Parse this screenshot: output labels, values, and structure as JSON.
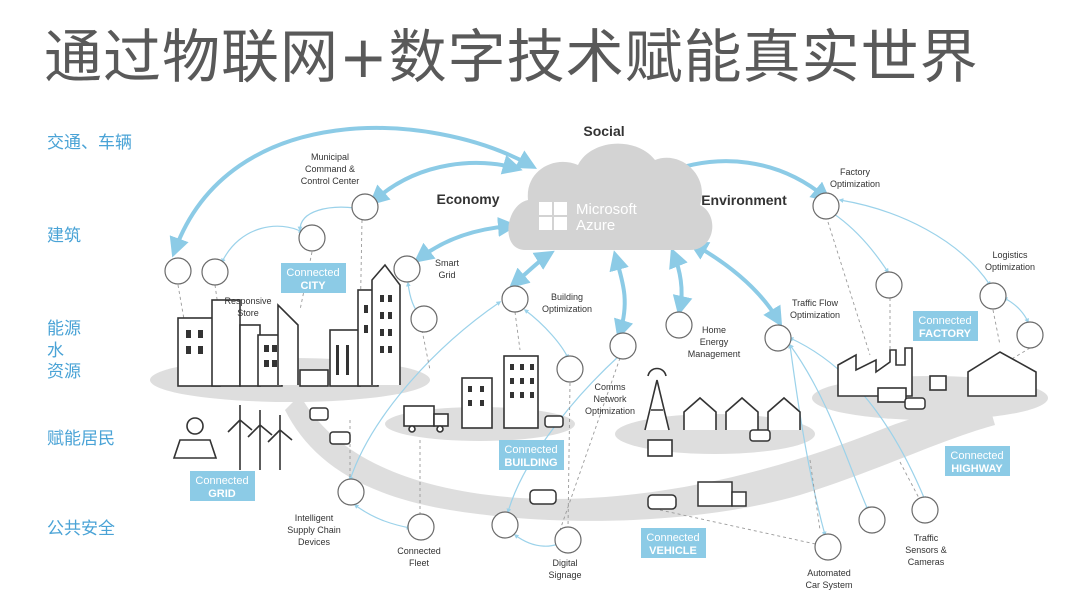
{
  "title": "通过物联网+数字技术赋能真实世界",
  "side_labels": [
    "交通、车辆",
    "建筑",
    "能源",
    "水",
    "资源",
    "赋能居民",
    "公共安全"
  ],
  "colors": {
    "accent": "#4aa3d6",
    "badge": "#8ccbe6",
    "cloud": "#d3d3d3",
    "ground": "#dcdcdc",
    "title": "#595959",
    "line": "#7cc3e3"
  },
  "cloud": {
    "brand_line1": "Microsoft",
    "brand_line2": "Azure",
    "logo": "windows-logo-icon"
  },
  "pillars": {
    "social": "Social",
    "economy": "Economy",
    "environment": "Environment"
  },
  "badges": [
    {
      "top": "Connected",
      "bottom": "CITY"
    },
    {
      "top": "Connected",
      "bottom": "FACTORY"
    },
    {
      "top": "Connected",
      "bottom": "BUILDING"
    },
    {
      "top": "Connected",
      "bottom": "HIGHWAY"
    },
    {
      "top": "Connected",
      "bottom": "GRID"
    },
    {
      "top": "Connected",
      "bottom": "VEHICLE"
    }
  ],
  "nodes": [
    {
      "label": [
        "Municipal",
        "Command &",
        "Control Center"
      ],
      "icon": "network-node-icon"
    },
    {
      "label": [
        "Responsive",
        "Store"
      ],
      "icon": "network-node-icon"
    },
    {
      "label": [
        "Smart",
        "Grid"
      ],
      "icon": "network-node-icon"
    },
    {
      "label": [
        "Building",
        "Optimization"
      ],
      "icon": "network-node-icon"
    },
    {
      "label": [
        "Factory",
        "Optimization"
      ],
      "icon": "network-node-icon"
    },
    {
      "label": [
        "Logistics",
        "Optimization"
      ],
      "icon": "chip-icon"
    },
    {
      "label": [
        "Traffic Flow",
        "Optimization"
      ],
      "icon": "network-node-icon"
    },
    {
      "label": [
        "Home",
        "Energy",
        "Management"
      ],
      "icon": "network-node-icon"
    },
    {
      "label": [
        "Comms",
        "Network",
        "Optimization"
      ],
      "icon": "network-node-icon"
    },
    {
      "label": [
        "Intelligent",
        "Supply Chain",
        "Devices"
      ],
      "icon": "chip-icon"
    },
    {
      "label": [
        "Connected",
        "Fleet"
      ],
      "icon": "network-node-icon"
    },
    {
      "label": [
        "Digital",
        "Signage"
      ],
      "icon": "chip-icon"
    },
    {
      "label": [
        "Automated",
        "Car System"
      ],
      "icon": "chip-icon"
    },
    {
      "label": [
        "Traffic",
        "Sensors &",
        "Cameras"
      ],
      "icon": "chip-icon"
    }
  ]
}
